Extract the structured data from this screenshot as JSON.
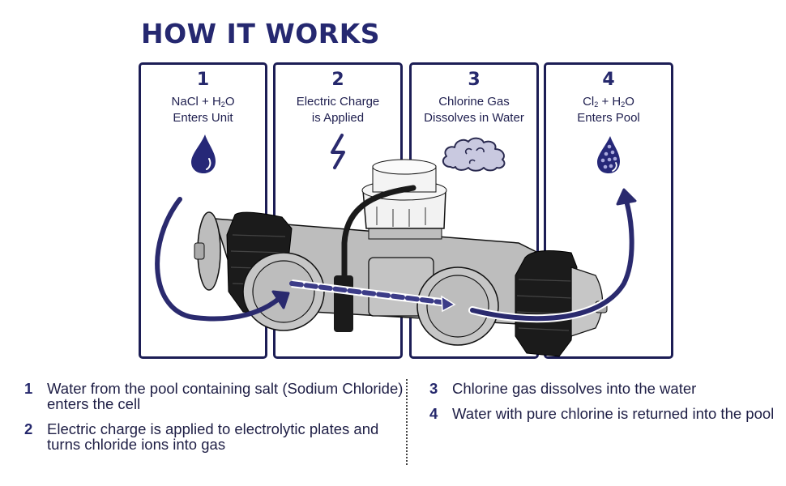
{
  "title": "HOW IT WORKS",
  "colors": {
    "navy": "#25286c",
    "border": "#1c1d55",
    "arrow": "#2a2a6e",
    "cloud": "#c9c9e0",
    "device_gray": "#bdbdbd",
    "nut": "#1a1a1a"
  },
  "panels": [
    {
      "number": "1",
      "line1_pre": "NaCl + H",
      "line1_sub": "2",
      "line1_post": "O",
      "line2": "Enters Unit",
      "icon": "water-drop-icon"
    },
    {
      "number": "2",
      "line1_pre": "Electric Charge",
      "line1_sub": "",
      "line1_post": "",
      "line2": "is Applied",
      "icon": "lightning-bolt-icon"
    },
    {
      "number": "3",
      "line1_pre": "Chlorine Gas",
      "line1_sub": "",
      "line1_post": "",
      "line2": "Dissolves in Water",
      "icon": "cloud-icon"
    },
    {
      "number": "4",
      "line1_pre": "Cl",
      "line1_sub": "2",
      "line1_mid": " + H",
      "line1_sub2": "2",
      "line1_post": "O",
      "line2": "Enters Pool",
      "icon": "bubbly-drop-icon"
    }
  ],
  "steps": [
    {
      "number": "1",
      "text": "Water from the pool containing salt (Sodium Chloride) enters the cell"
    },
    {
      "number": "2",
      "text": "Electric charge is applied to electrolytic plates and turns chloride ions into gas"
    },
    {
      "number": "3",
      "text": "Chlorine gas dissolves into the water"
    },
    {
      "number": "4",
      "text": "Water with pure chlorine is returned into the pool"
    }
  ]
}
